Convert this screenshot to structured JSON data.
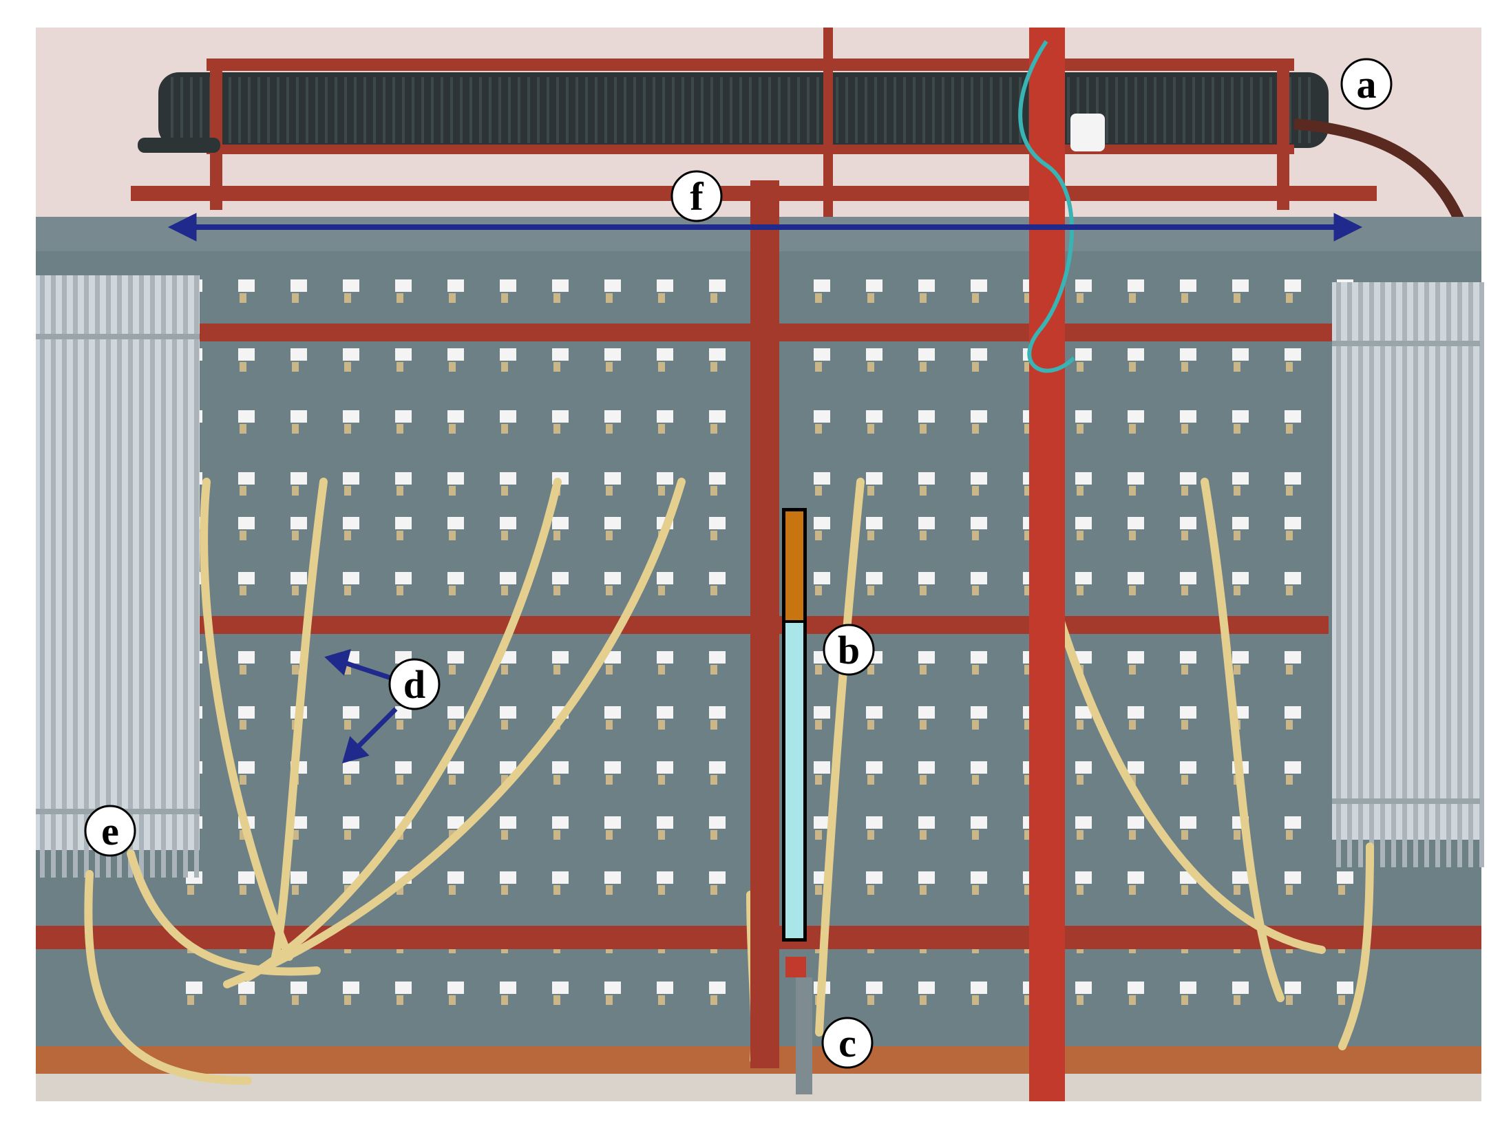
{
  "labels": {
    "a": "a",
    "b": "b",
    "c": "c",
    "d": "d",
    "e": "e",
    "f": "f"
  },
  "colors": {
    "background": "#ffffff",
    "wall": "#e9d9d6",
    "panel": "#6c8086",
    "panel_dark": "#56686d",
    "frame_red": "#a33a2c",
    "column_red": "#c23a2b",
    "tube_yellow": "#e4cf8f",
    "arrow_blue": "#1f2a8c",
    "floor_wood": "#b8683a",
    "gauge_orange": "#c87410",
    "gauge_water": "#a9e6e9",
    "radiator": "#2c3436",
    "side_fins": "#cfd7dc",
    "cable_teal": "#3ab3b4"
  }
}
